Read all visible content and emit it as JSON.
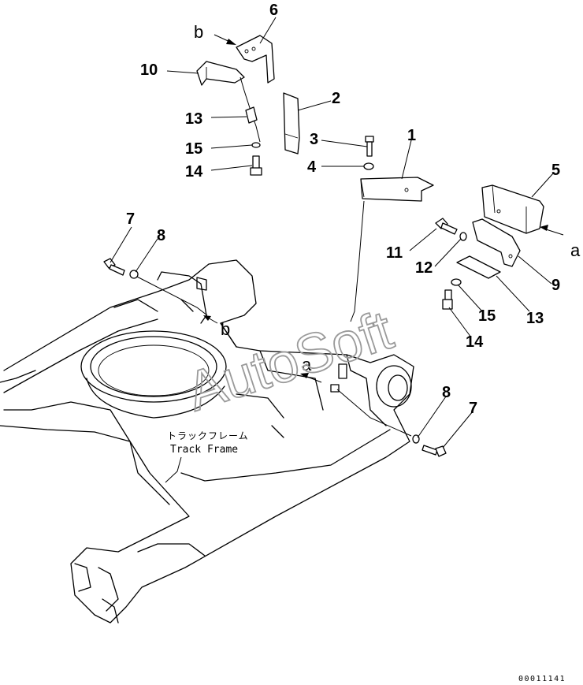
{
  "diagram": {
    "part_numbers": [
      "1",
      "2",
      "3",
      "4",
      "5",
      "6",
      "7",
      "8",
      "9",
      "10",
      "11",
      "12",
      "13",
      "14",
      "15"
    ],
    "extra_labels": {
      "7_b": "7",
      "8_b": "8",
      "13_b": "13",
      "14_b": "14",
      "15_b": "15"
    },
    "ref_letters": {
      "a": "a",
      "b": "b"
    },
    "track_frame_jp": "トラックフレーム",
    "track_frame_en": "Track Frame",
    "watermark": "AutoSoft",
    "drawing_number": "00011141"
  }
}
